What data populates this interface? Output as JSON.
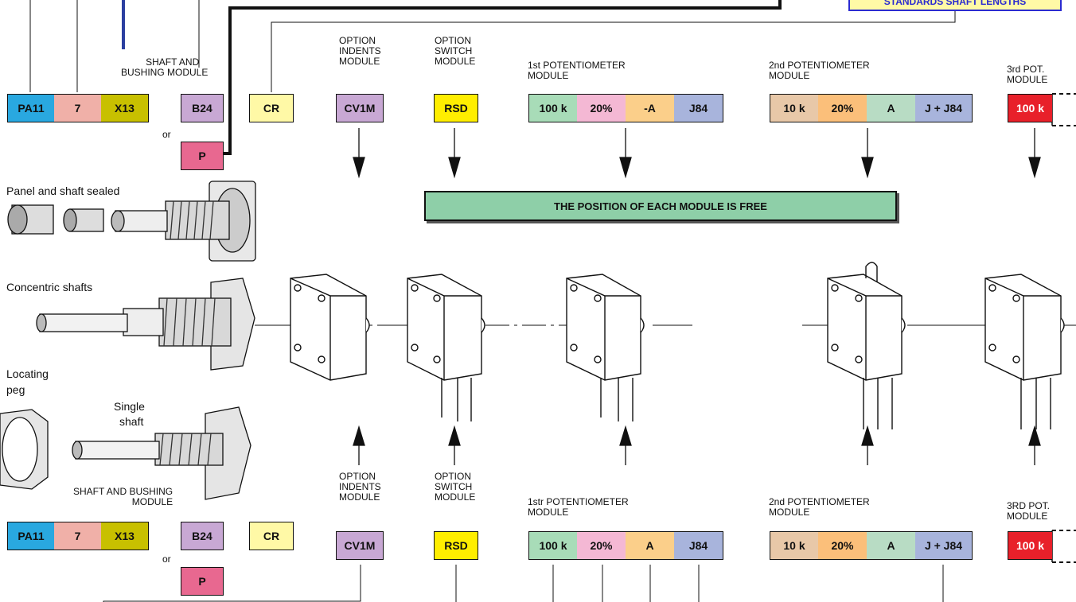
{
  "colors": {
    "cyan": "#29a8e0",
    "salmon": "#f0b0a8",
    "olive": "#c8c000",
    "lilac": "#c8a8d4",
    "pink": "#e86890",
    "cream": "#fff9a6",
    "yellow": "#ffee00",
    "mint": "#a8dcb8",
    "rose": "#f4b8d4",
    "peach": "#fbcf8a",
    "periwinkle": "#a8b4dc",
    "tan": "#e8c8a8",
    "orange": "#fbbf7a",
    "sage": "#b8dcc4",
    "red": "#e8202a",
    "banner": "#8ecfa8"
  },
  "standards_label": "STANDARDS SHAFT LENGTHS",
  "banner_text": "THE POSITION OF EACH MODULE IS FREE",
  "top": {
    "shaft_bushing_label": [
      "SHAFT AND",
      "BUSHING MODULE"
    ],
    "or_text": "or",
    "boxes": {
      "pa11": "PA11",
      "seven": "7",
      "x13": "X13",
      "b24": "B24",
      "p": "P",
      "cr": "CR",
      "cv1m": "CV1M",
      "rsd": "RSD",
      "pot1": [
        "100 k",
        "20%",
        "-A",
        "J84"
      ],
      "pot2": [
        "10 k",
        "20%",
        "A",
        "J + J84"
      ],
      "pot3": "100 k"
    },
    "indents_label": [
      "OPTION",
      "INDENTS",
      "MODULE"
    ],
    "switch_label": [
      "OPTION",
      "SWITCH",
      "MODULE"
    ],
    "pot1_label": [
      "1st  POTENTIOMETER",
      "MODULE"
    ],
    "pot2_label": [
      "2nd POTENTIOMETER",
      "MODULE"
    ],
    "pot3_label": [
      "3rd POT.",
      "MODULE"
    ]
  },
  "bottom": {
    "shaft_bushing_label": [
      "SHAFT AND BUSHING",
      "MODULE"
    ],
    "or_text": "or",
    "boxes": {
      "pa11": "PA11",
      "seven": "7",
      "x13": "X13",
      "b24": "B24",
      "p": "P",
      "cr": "CR",
      "cv1m": "CV1M",
      "rsd": "RSD",
      "pot1": [
        "100 k",
        "20%",
        "A",
        "J84"
      ],
      "pot2": [
        "10 k",
        "20%",
        "A",
        "J + J84"
      ],
      "pot3": "100 k"
    },
    "indents_label": [
      "OPTION",
      "INDENTS",
      "MODULE"
    ],
    "switch_label": [
      "OPTION",
      "SWITCH",
      "MODULE"
    ],
    "pot1_label": [
      "1str POTENTIOMETER",
      "MODULE"
    ],
    "pot2_label": [
      "2nd POTENTIOMETER",
      "MODULE"
    ],
    "pot3_label": [
      "3RD POT.",
      "MODULE"
    ]
  },
  "captions": {
    "panel_sealed": "Panel and shaft sealed",
    "concentric": "Concentric shafts",
    "locating_peg": [
      "Locating",
      "peg"
    ],
    "single_shaft": [
      "Single",
      "shaft"
    ]
  }
}
